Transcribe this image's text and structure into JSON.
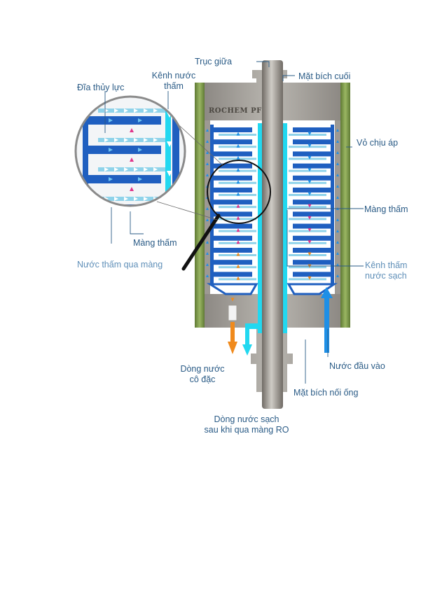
{
  "labels": {
    "truc_giua": "Trục giữa",
    "mat_bich_cuoi": "Mặt bích cuối",
    "dia_thuy_luc": "Đĩa thủy lực",
    "kenh_nuoc_tham_1": "Kênh nước",
    "kenh_nuoc_tham_2": "thấm",
    "vo_chiu_ap": "Vỏ chịu áp",
    "mang_tham_right": "Màng thấm",
    "mang_tham_left": "Màng thấm",
    "nuoc_tham_qua_mang": "Nước thấm qua màng",
    "kenh_tham_sach_1": "Kênh thấm",
    "kenh_tham_sach_2": "nước sạch",
    "dong_nuoc_co_dac_1": "Dòng nước",
    "dong_nuoc_co_dac_2": "cô đặc",
    "nuoc_dau_vao": "Nước đầu vào",
    "mat_bich_noi_ong": "Mặt bích nối ống",
    "dong_nuoc_sach_1": "Dòng nước sạch",
    "dong_nuoc_sach_2": "sau khi qua màng RO",
    "brand": "ROCHEM PF"
  },
  "colors": {
    "label": "#2a5b86",
    "label_pale": "#5f8fb8",
    "hydraulic_disc": "#1f5fc0",
    "membrane": "#8fd3ea",
    "permeate_channel": "#22d8f0",
    "concentrate": "#f08a1c",
    "feed_water": "#1e8fe6",
    "pressure_vessel": "#7e9a4c",
    "steel": "#a7a39d",
    "permeate_marker": "#e0358a"
  }
}
